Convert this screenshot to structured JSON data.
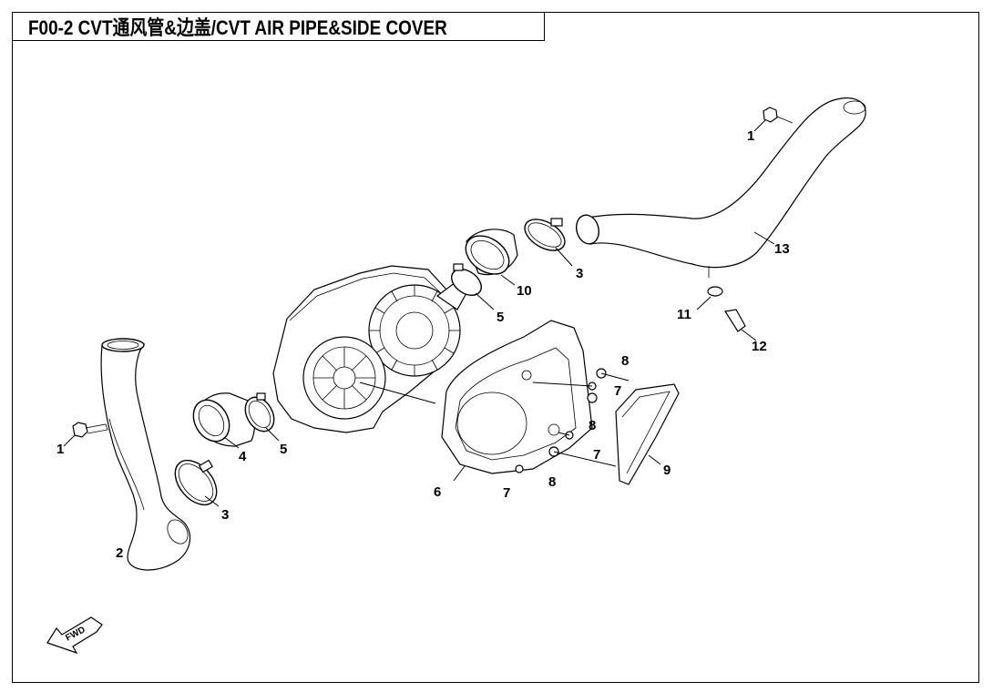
{
  "title": "F00-2   CVT通风管&边盖/CVT AIR PIPE&SIDE COVER",
  "callouts": {
    "c1a": "1",
    "c1b": "1",
    "c2": "2",
    "c3a": "3",
    "c3b": "3",
    "c4": "4",
    "c5a": "5",
    "c5b": "5",
    "c6": "6",
    "c7a": "7",
    "c7b": "7",
    "c7c": "7",
    "c8a": "8",
    "c8b": "8",
    "c8c": "8",
    "c9": "9",
    "c10": "10",
    "c11": "11",
    "c12": "12",
    "c13": "13"
  },
  "fwd_label": "FWD"
}
